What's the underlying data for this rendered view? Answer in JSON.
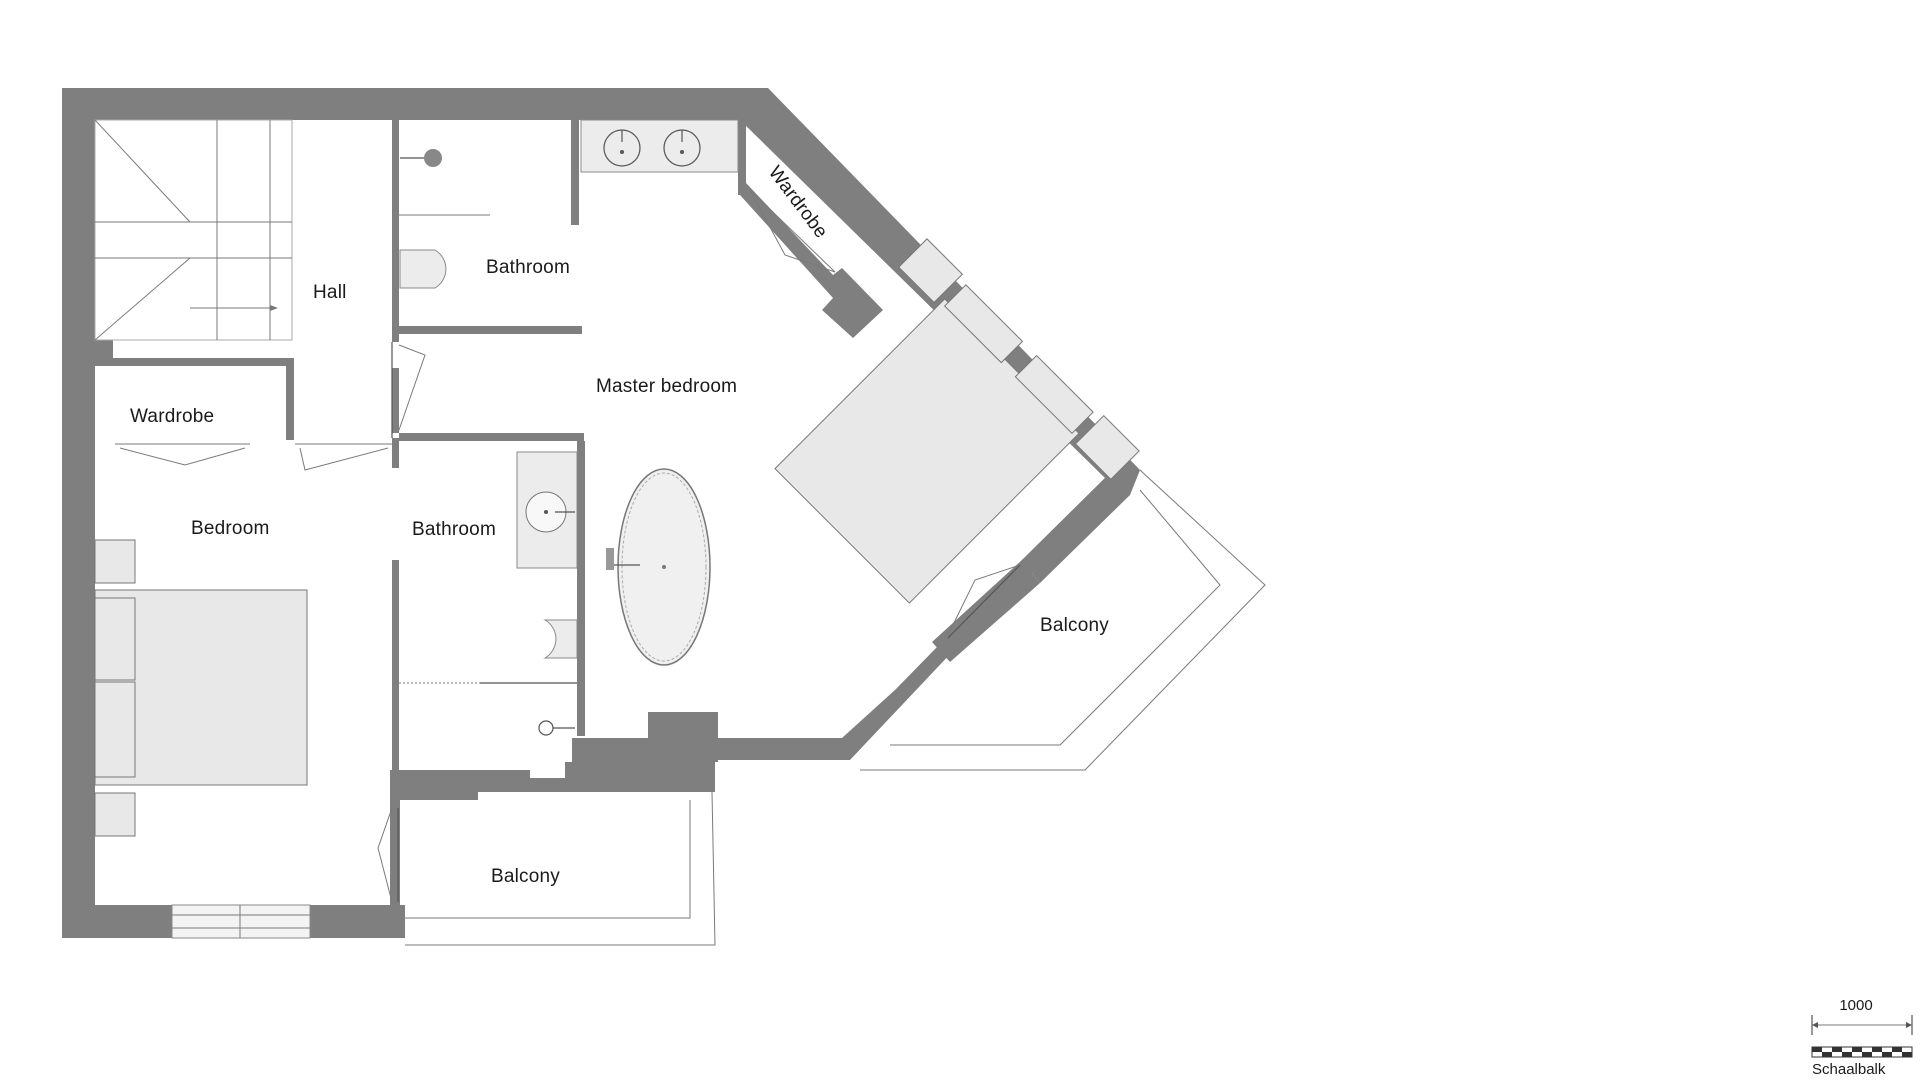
{
  "labels": {
    "hall": "Hall",
    "bathroom_top": "Bathroom",
    "wardrobe_master": "Wardrobe",
    "master_bedroom": "Master bedroom",
    "wardrobe_left": "Wardrobe",
    "bedroom": "Bedroom",
    "bathroom_mid": "Bathroom",
    "balcony_right": "Balcony",
    "balcony_bottom": "Balcony"
  },
  "scale_bar": {
    "length": "1000",
    "caption": "Schaalbalk"
  },
  "colors": {
    "wall": "#7f7f7f",
    "fixture": "#ececec",
    "line": "#7a7a7a"
  }
}
